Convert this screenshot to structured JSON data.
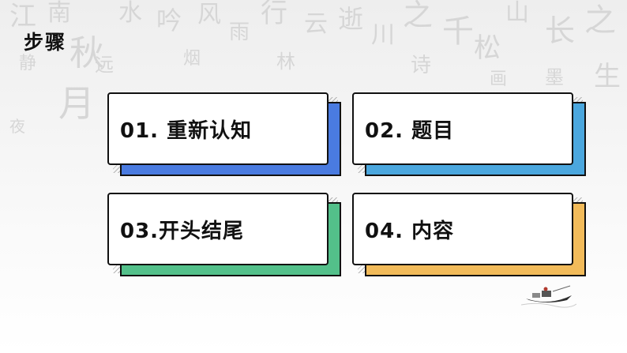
{
  "slide": {
    "title": "步骤",
    "cards": [
      {
        "label": "01. 重新认知",
        "accent": "#4a7be0"
      },
      {
        "label": "02. 题目",
        "accent": "#4ba7de"
      },
      {
        "label": "03.开头结尾",
        "accent": "#53c08a"
      },
      {
        "label": "04. 内容",
        "accent": "#f2bb5a"
      }
    ]
  }
}
